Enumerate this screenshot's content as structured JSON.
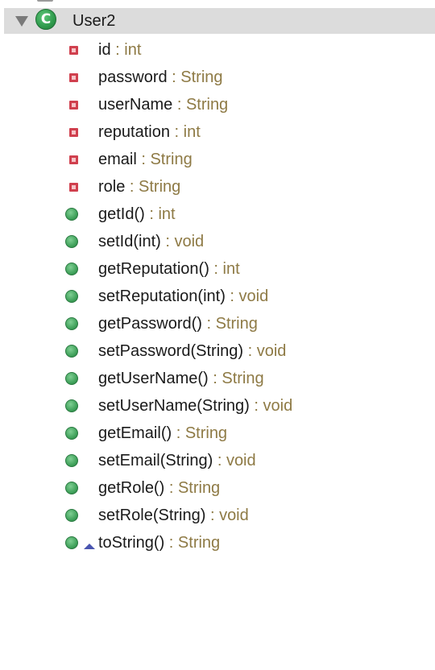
{
  "tree": {
    "class": {
      "name": "User2",
      "icon": "class-icon",
      "icon_letter": "C",
      "expanded": true
    },
    "separator": " : ",
    "members": [
      {
        "kind": "field",
        "name": "id",
        "type": "int",
        "icon": "private-field-icon"
      },
      {
        "kind": "field",
        "name": "password",
        "type": "String",
        "icon": "private-field-icon"
      },
      {
        "kind": "field",
        "name": "userName",
        "type": "String",
        "icon": "private-field-icon"
      },
      {
        "kind": "field",
        "name": "reputation",
        "type": "int",
        "icon": "private-field-icon"
      },
      {
        "kind": "field",
        "name": "email",
        "type": "String",
        "icon": "private-field-icon"
      },
      {
        "kind": "field",
        "name": "role",
        "type": "String",
        "icon": "private-field-icon"
      },
      {
        "kind": "method",
        "name": "getId()",
        "type": "int",
        "icon": "public-method-icon"
      },
      {
        "kind": "method",
        "name": "setId(int)",
        "type": "void",
        "icon": "public-method-icon"
      },
      {
        "kind": "method",
        "name": "getReputation()",
        "type": "int",
        "icon": "public-method-icon"
      },
      {
        "kind": "method",
        "name": "setReputation(int)",
        "type": "void",
        "icon": "public-method-icon"
      },
      {
        "kind": "method",
        "name": "getPassword()",
        "type": "String",
        "icon": "public-method-icon"
      },
      {
        "kind": "method",
        "name": "setPassword(String)",
        "type": "void",
        "icon": "public-method-icon"
      },
      {
        "kind": "method",
        "name": "getUserName()",
        "type": "String",
        "icon": "public-method-icon"
      },
      {
        "kind": "method",
        "name": "setUserName(String)",
        "type": "void",
        "icon": "public-method-icon"
      },
      {
        "kind": "method",
        "name": "getEmail()",
        "type": "String",
        "icon": "public-method-icon"
      },
      {
        "kind": "method",
        "name": "setEmail(String)",
        "type": "void",
        "icon": "public-method-icon"
      },
      {
        "kind": "method",
        "name": "getRole()",
        "type": "String",
        "icon": "public-method-icon"
      },
      {
        "kind": "method",
        "name": "setRole(String)",
        "type": "void",
        "icon": "public-method-icon"
      },
      {
        "kind": "method",
        "name": "toString()",
        "type": "String",
        "icon": "public-method-icon",
        "override": true,
        "override_icon": "override-indicator-icon"
      }
    ]
  },
  "colors": {
    "selection_background": "#dcdcdc",
    "type_text": "#8e7a45",
    "name_text": "#1a1a1a",
    "field_icon": "#d0404e",
    "method_icon": "#3d9f58",
    "override_icon": "#4a55b0"
  }
}
